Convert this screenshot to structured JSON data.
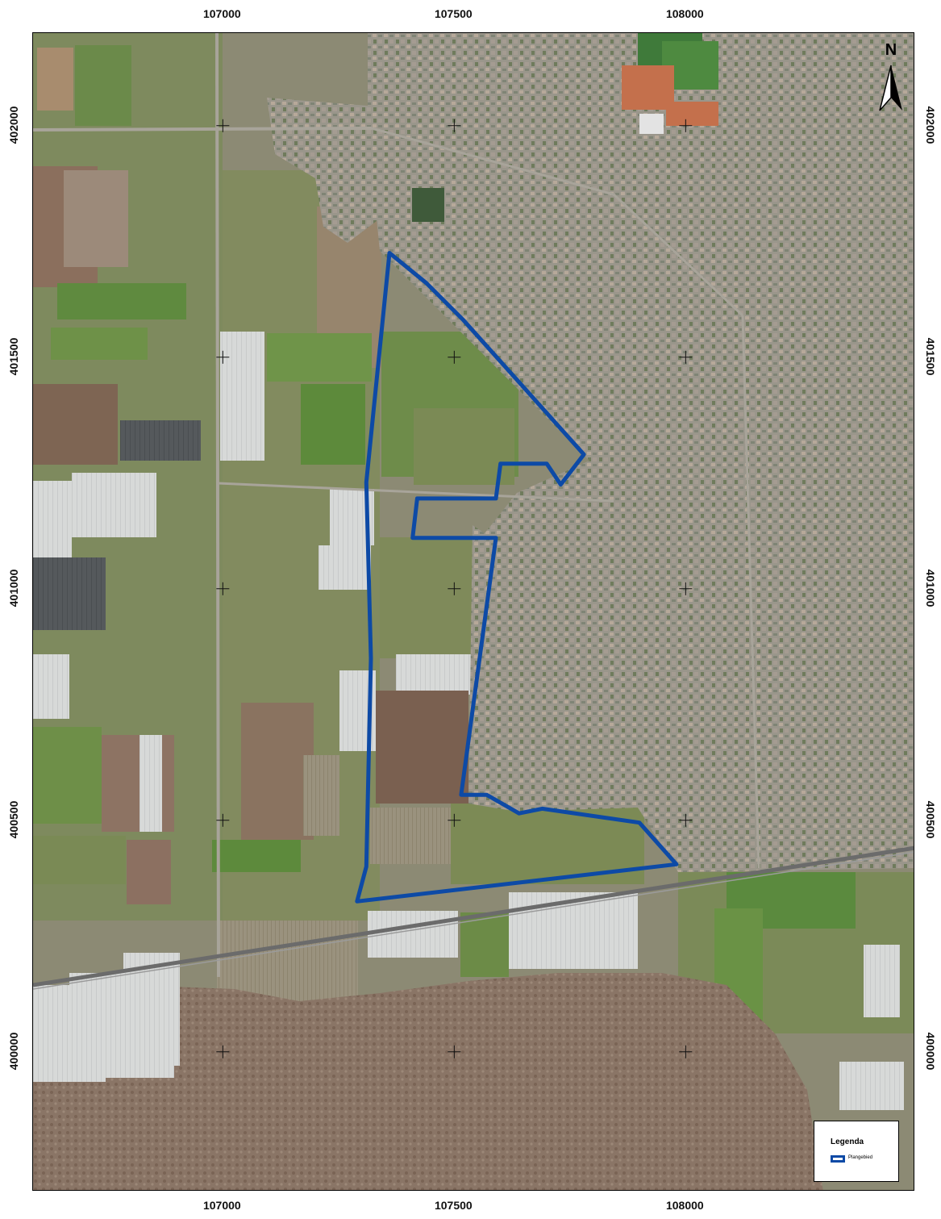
{
  "axes": {
    "x_ticks": [
      {
        "value": 107000,
        "label": "107000"
      },
      {
        "value": 107500,
        "label": "107500"
      },
      {
        "value": 108000,
        "label": "108000"
      }
    ],
    "y_ticks": [
      {
        "value": 402000,
        "label": "402000"
      },
      {
        "value": 401500,
        "label": "401500"
      },
      {
        "value": 401000,
        "label": "401000"
      },
      {
        "value": 400500,
        "label": "400500"
      },
      {
        "value": 400000,
        "label": "400000"
      }
    ],
    "x_range": [
      106590,
      108480
    ],
    "y_range": [
      399720,
      402200
    ]
  },
  "north_arrow": {
    "letter": "N"
  },
  "legend": {
    "title": "Legenda",
    "items": [
      {
        "label": "Plangebied",
        "color": "#0d4aa6"
      }
    ]
  },
  "plan_area": {
    "color": "#0d4aa6",
    "outline_rd": [
      [
        107360,
        401725
      ],
      [
        107440,
        401660
      ],
      [
        107520,
        401580
      ],
      [
        107780,
        401290
      ],
      [
        107730,
        401225
      ],
      [
        107700,
        401270
      ],
      [
        107600,
        401270
      ],
      [
        107590,
        401195
      ],
      [
        107420,
        401195
      ],
      [
        107410,
        401110
      ],
      [
        107590,
        401110
      ],
      [
        107515,
        400555
      ],
      [
        107570,
        400555
      ],
      [
        107640,
        400515
      ],
      [
        107690,
        400525
      ],
      [
        107900,
        400495
      ],
      [
        107980,
        400405
      ],
      [
        107290,
        400325
      ],
      [
        107310,
        400400
      ],
      [
        107320,
        400850
      ],
      [
        107310,
        401230
      ],
      [
        107360,
        401725
      ]
    ]
  },
  "colors": {
    "urban": "#9a968b",
    "field_green": "#6f8a4d",
    "field_brown": "#8a7a66",
    "forest": "#8a7566",
    "greenhouse": "#d7d9d8",
    "rail": "#6b6b6b"
  }
}
